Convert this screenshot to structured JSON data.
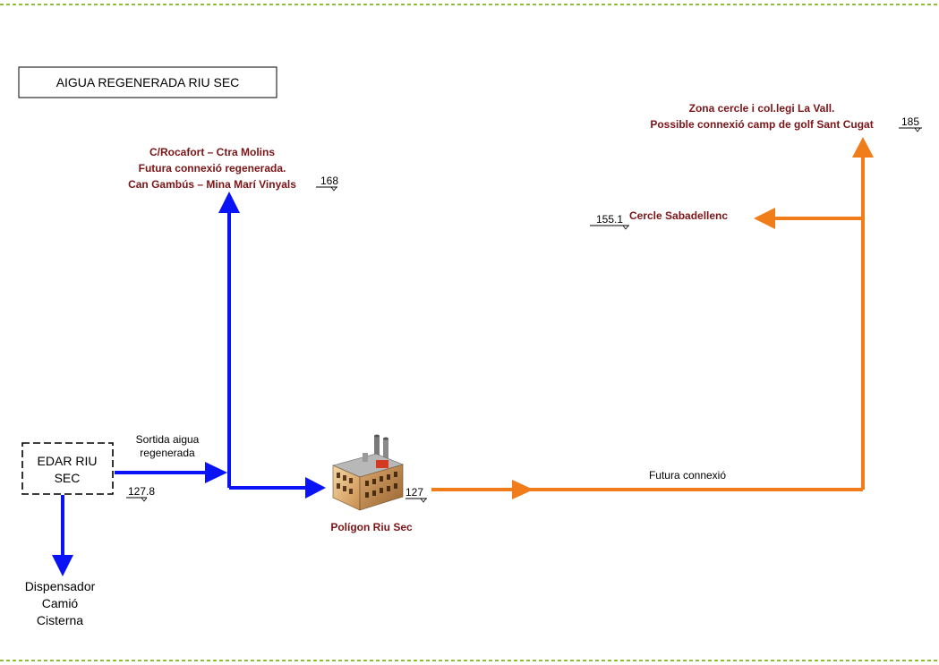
{
  "title": "AIGUA REGENERADA RIU SEC",
  "colors": {
    "blue_pipe": "#0a13f5",
    "orange_pipe": "#f07c1a",
    "dark_red_text": "#7b1416",
    "border_green": "#8fbf3a"
  },
  "nodes": {
    "edar": {
      "line1": "EDAR RIU",
      "line2": "SEC"
    },
    "dispenser": {
      "line1": "Dispensador",
      "line2": "Camió",
      "line3": "Cisterna"
    },
    "poligon": {
      "label": "Polígon Riu Sec",
      "icon": "factory-icon"
    },
    "rocafort": {
      "line1": "C/Rocafort – Ctra Molins",
      "line2": "Futura connexió regenerada.",
      "line3": "Can Gambús – Mina Marí Vinyals"
    },
    "zona_cercle": {
      "line1": "Zona cercle i col.legi La Vall.",
      "line2": "Possible connexió camp de golf Sant Cugat"
    },
    "cercle_sabadellenc": {
      "label": "Cercle Sabadellenc"
    }
  },
  "pipe_labels": {
    "sortida_line1": "Sortida aigua",
    "sortida_line2": "regenerada",
    "futura": "Futura connexió"
  },
  "elevations": {
    "edar": "127.8",
    "poligon": "127",
    "rocafort": "168",
    "zona_cercle": "185",
    "cercle_sabadellenc": "155.1"
  }
}
